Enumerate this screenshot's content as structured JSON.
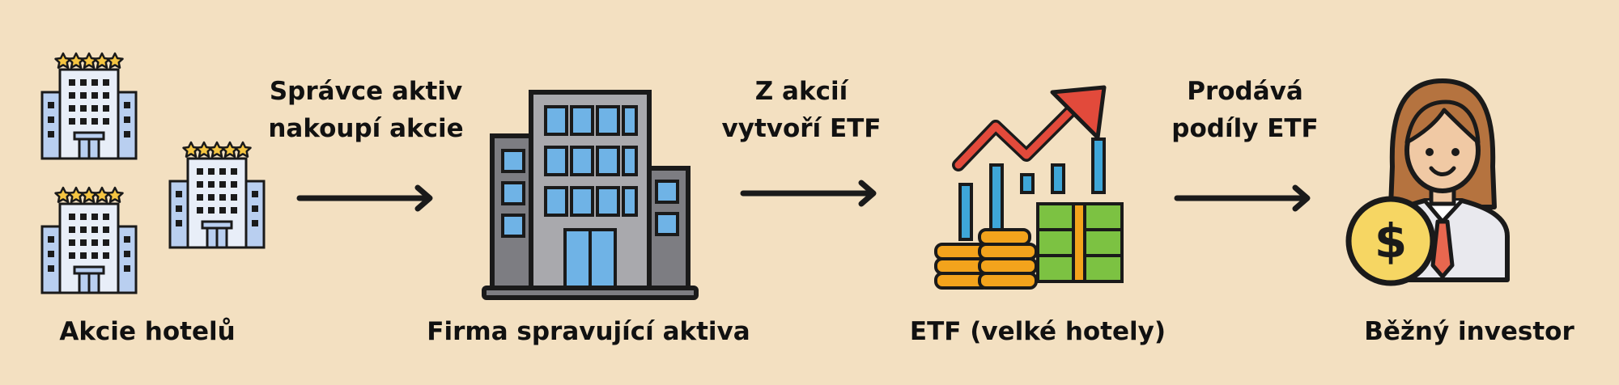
{
  "nodes": [
    {
      "id": "hotel-stocks",
      "label": "Akcie hotelů",
      "icon": "hotel-buildings-icon"
    },
    {
      "id": "asset-manager",
      "label": "Firma spravující aktiva",
      "icon": "office-building-icon"
    },
    {
      "id": "etf",
      "label": "ETF (velké hotely)",
      "icon": "growth-chart-money-icon"
    },
    {
      "id": "investor",
      "label": "Běžný investor",
      "icon": "investor-woman-dollar-icon"
    }
  ],
  "steps": [
    {
      "line1": "Správce aktiv",
      "line2": "nakoupí akcie"
    },
    {
      "line1": "Z akcií",
      "line2": "vytvoří ETF"
    },
    {
      "line1": "Prodává",
      "line2": "podíly ETF"
    }
  ],
  "colors": {
    "background": "#f3e0c1",
    "outline": "#1a1a1a",
    "hotel_light": "#e8eef8",
    "hotel_mid": "#b9cff0",
    "window_blue": "#6fb3e6",
    "star_yellow": "#f5c542",
    "building_gray": "#a9a9ad",
    "building_dark": "#7d7d82",
    "arrow_red": "#e24a3b",
    "bar_blue": "#3ea6d8",
    "money_green": "#7cc242",
    "coin_orange": "#f3a31c",
    "hair_brown": "#b5733f",
    "skin": "#f0c9a4",
    "tie_red": "#e8674f",
    "coin_yellow": "#f6d663"
  }
}
